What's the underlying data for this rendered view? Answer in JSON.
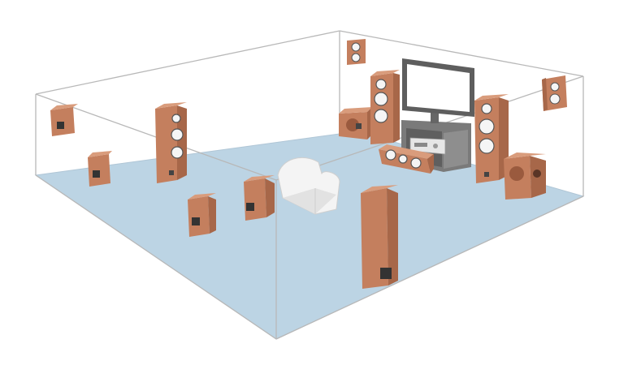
{
  "diagram": {
    "components": [
      {
        "id": "front-left",
        "kind": "tower-speaker"
      },
      {
        "id": "front-right",
        "kind": "tower-speaker"
      },
      {
        "id": "center",
        "kind": "center-speaker"
      },
      {
        "id": "subwoofer",
        "kind": "subwoofer"
      },
      {
        "id": "surround-left",
        "kind": "bookshelf-speaker"
      },
      {
        "id": "surround-right",
        "kind": "bookshelf-speaker"
      },
      {
        "id": "surround-back-left",
        "kind": "bookshelf-speaker"
      },
      {
        "id": "surround-back-right",
        "kind": "tower-speaker"
      },
      {
        "id": "front-presence-left",
        "kind": "wall-speaker"
      },
      {
        "id": "front-presence-right",
        "kind": "wall-speaker"
      },
      {
        "id": "rear-presence-left",
        "kind": "wall-speaker"
      },
      {
        "id": "rear-presence-right",
        "kind": "wall-speaker"
      },
      {
        "id": "tv",
        "kind": "display"
      },
      {
        "id": "av-receiver",
        "kind": "receiver"
      },
      {
        "id": "listening-seat",
        "kind": "sofa"
      }
    ],
    "colors": {
      "floor": "#bcd4e4",
      "wall_line": "#b8b8b8",
      "wood_front": "#c47f5e",
      "wood_side": "#a76749",
      "wood_top": "#d99c7c",
      "tv_frame": "#5e5e5e",
      "rack": "#7a7a7a",
      "seat": "#f2f2f2"
    }
  }
}
